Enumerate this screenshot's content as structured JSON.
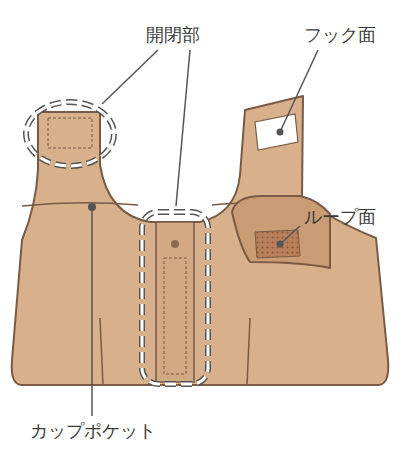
{
  "diagram": {
    "labels": [
      "開閉部",
      "フック面",
      "ループ面",
      "カップポケット"
    ]
  }
}
